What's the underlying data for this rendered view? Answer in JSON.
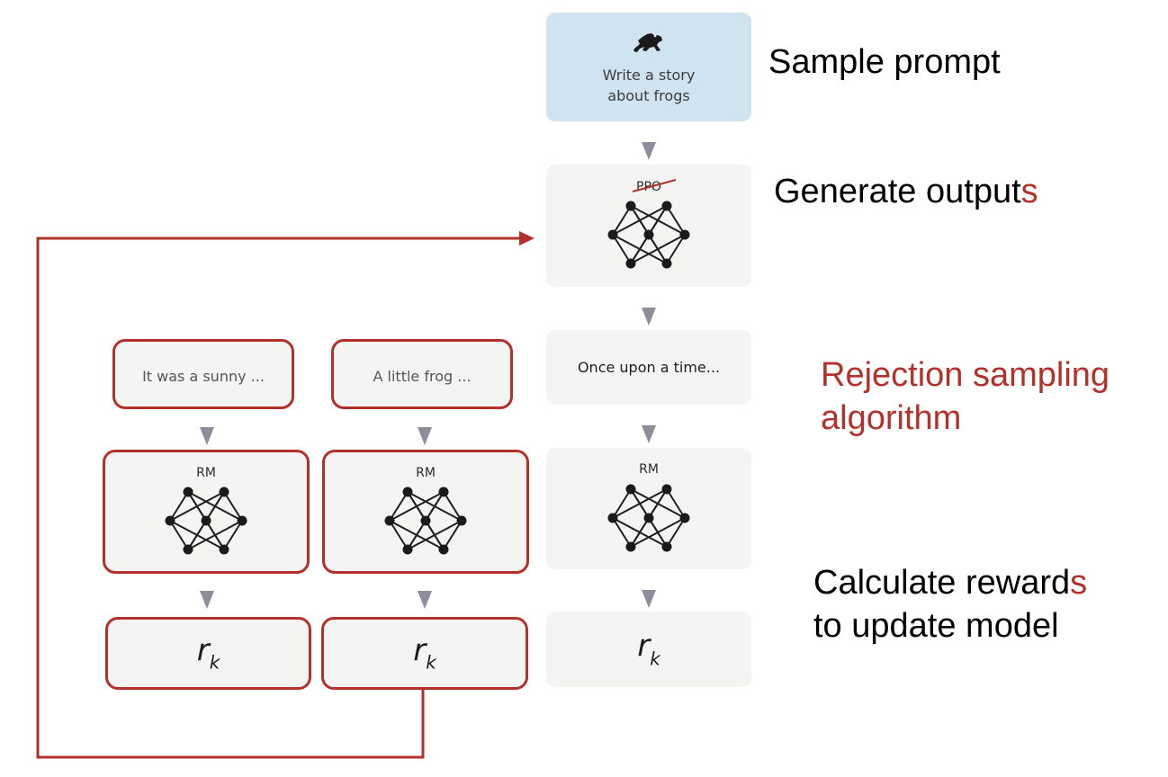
{
  "prompt_box": {
    "line1": "Write a story",
    "line2": "about frogs",
    "icon": "frog-icon"
  },
  "generator": {
    "label": "PPO",
    "icon": "neural-network-icon"
  },
  "outputs": {
    "main": "Once upon a time...",
    "sample1": "It was a sunny ...",
    "sample2": "A little frog ..."
  },
  "reward_model": {
    "label": "RM"
  },
  "reward": {
    "symbol": "r",
    "subscript": "k"
  },
  "labels": {
    "sample_prompt": "Sample prompt",
    "generate_outputs_main": "Generate output",
    "generate_outputs_suffix": "s",
    "rejection_sampling_line1": "Rejection sampling",
    "rejection_sampling_line2": "algorithm",
    "calc_rewards_main": "Calculate reward",
    "calc_rewards_suffix": "s",
    "calc_rewards_line2": "to update model"
  },
  "colors": {
    "accent": "#b3312b",
    "prompt_fill": "#cfe3f1",
    "box_fill": "#f4f4f3",
    "arrow": "#8e8e9a"
  }
}
